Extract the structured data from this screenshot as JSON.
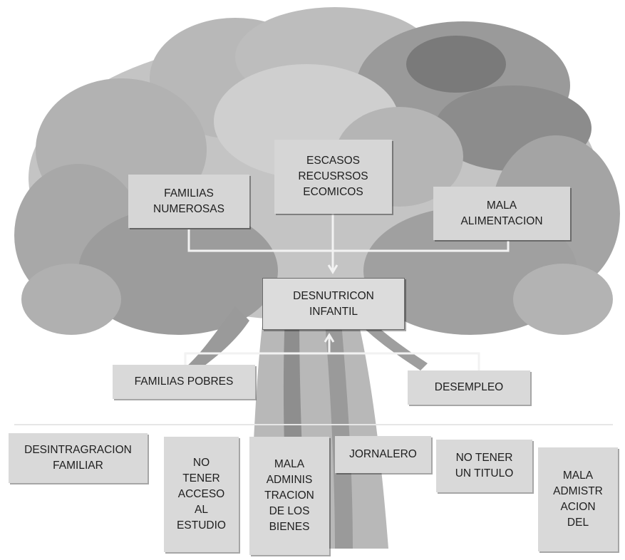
{
  "title": "",
  "colors": {
    "foliage_dark": "#8c8c8c",
    "foliage_mid": "#a8a8a8",
    "foliage_light": "#c4c4c4",
    "trunk": "#b0b0b0",
    "box_fill": "#d9d9d9",
    "text": "#1e1e1e",
    "connector": "#f2f2f2"
  },
  "tree": {
    "problem": {
      "label": "DESNUTRICON\nINFANTIL"
    },
    "effects": [
      {
        "label": "FAMILIAS\nNUMEROSAS"
      },
      {
        "label": "ESCASOS\nRECUSRSOS\nECOMICOS"
      },
      {
        "label": "MALA\nALIMENTACION"
      }
    ],
    "causes": [
      {
        "label": "FAMILIAS POBRES"
      },
      {
        "label": "DESEMPLEO"
      }
    ],
    "root_causes": [
      {
        "label": "DESINTRAGRACION\nFAMILIAR"
      },
      {
        "label": "NO\nTENER\nACCESO\nAL\nESTUDIO"
      },
      {
        "label": "MALA\nADMINIS\nTRACION\nDE LOS\nBIENES"
      },
      {
        "label": "JORNALERO"
      },
      {
        "label": "NO TENER\nUN TITULO"
      },
      {
        "label": "MALA\nADMISTR\nACION\nDEL"
      }
    ]
  }
}
